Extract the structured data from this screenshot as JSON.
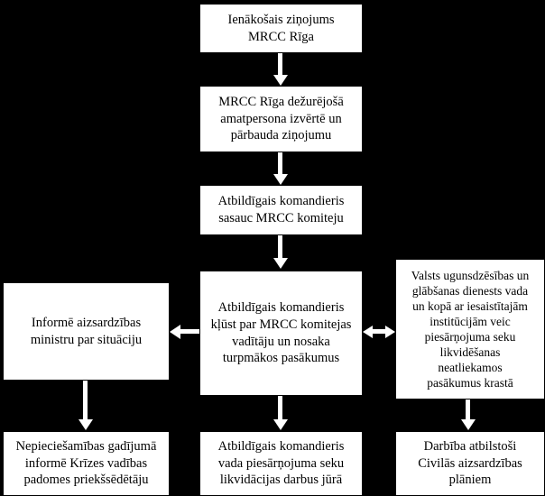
{
  "diagram": {
    "title": "MRCC Riga incident response flowchart",
    "colors": {
      "background": "#000000",
      "node_fill": "#ffffff",
      "node_border": "#000000",
      "connector": "#ffffff"
    },
    "nodes": [
      {
        "id": "incoming-message",
        "text": "Ienākošais ziņojums\nMRCC Rīga"
      },
      {
        "id": "duty-officer-evaluates",
        "text": "MRCC Rīga dežurējošā\namatpersona izvērtē un\npārbauda ziņojumu"
      },
      {
        "id": "commander-convenes",
        "text": "Atbildīgais komandieris\nsasauc MRCC komiteju"
      },
      {
        "id": "commander-leads",
        "text": "Atbildīgais komandieris\nkļūst par MRCC komitejas\nvadītāju un  nosaka\nturpmākos pasākumus"
      },
      {
        "id": "inform-defence-minister",
        "text": "Informē aizsardzības\nministru par situāciju"
      },
      {
        "id": "fire-rescue-service",
        "text": "Valsts ugunsdzēsības un\nglābšanas dienests vada\nun kopā ar iesaistītajām\ninstitūcijām veic\npiesārņojuma  seku\nlikvidēšanas\nneatliekamos\npasākumus krastā"
      },
      {
        "id": "inform-crisis-council",
        "text": "Nepieciešamības gadījumā\ninformē Krīzes vadības\npadomes priekšsēdētāju"
      },
      {
        "id": "commander-sea-cleanup",
        "text": "Atbildīgais komandieris\nvada piesārņojuma seku\nlikvidācijas darbus jūrā"
      },
      {
        "id": "civil-defence-plans",
        "text": "Darbība atbilstoši\nCivilās aizsardzības\nplāniem"
      }
    ],
    "connectors": [
      {
        "id": "c1",
        "from": "incoming-message",
        "to": "duty-officer-evaluates",
        "kind": "arrow-down"
      },
      {
        "id": "c2",
        "from": "duty-officer-evaluates",
        "to": "commander-convenes",
        "kind": "arrow-down"
      },
      {
        "id": "c3",
        "from": "commander-convenes",
        "to": "commander-leads",
        "kind": "arrow-down"
      },
      {
        "id": "c4",
        "from": "commander-leads",
        "to": "inform-defence-minister",
        "kind": "arrow-left"
      },
      {
        "id": "c5",
        "from": "commander-leads",
        "to": "fire-rescue-service",
        "kind": "arrow-both"
      },
      {
        "id": "c6",
        "from": "inform-defence-minister",
        "to": "inform-crisis-council",
        "kind": "arrow-down"
      },
      {
        "id": "c7",
        "from": "commander-leads",
        "to": "commander-sea-cleanup",
        "kind": "arrow-down"
      },
      {
        "id": "c8",
        "from": "fire-rescue-service",
        "to": "civil-defence-plans",
        "kind": "arrow-down"
      }
    ]
  }
}
